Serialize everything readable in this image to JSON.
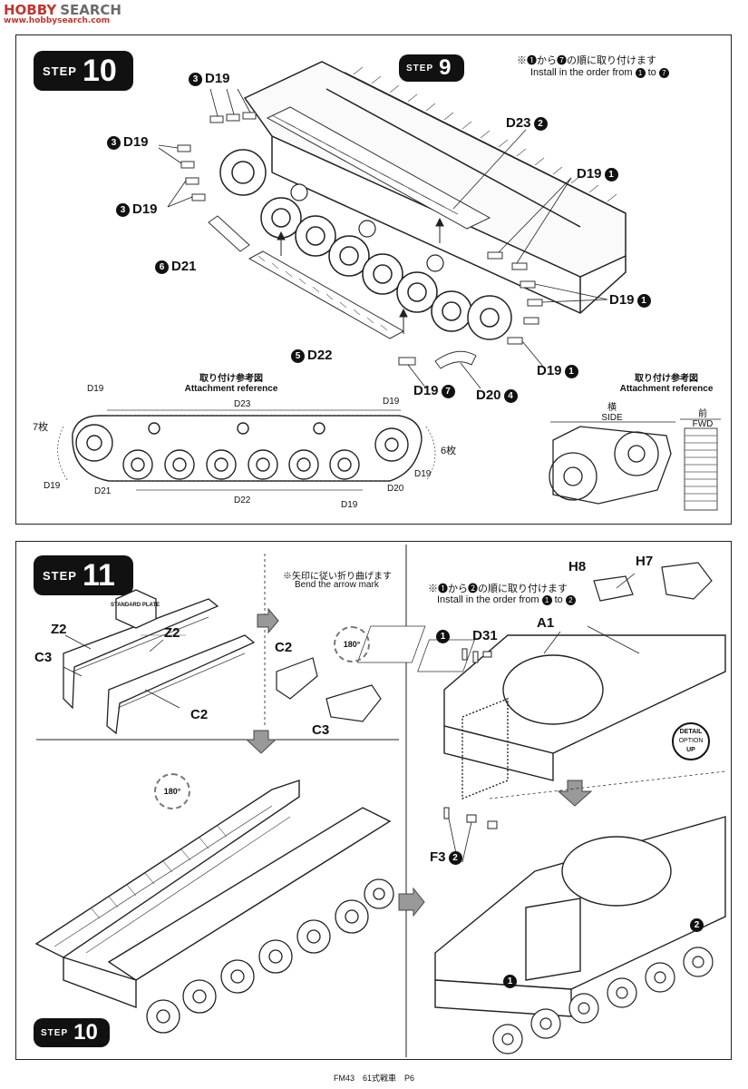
{
  "watermark": {
    "brand": "HOBBY",
    "search": "SEARCH",
    "url": "www.hobbysearch.com"
  },
  "step10": {
    "badge_word": "STEP",
    "badge_num": "10",
    "ref_badge_word": "STEP",
    "ref_badge_num": "9",
    "note_jp": "※❶から❼の順に取り付けます",
    "note_en_pre": "Install in the order from",
    "note_en_mid": "to",
    "order_first": "1",
    "order_last": "7",
    "labels": [
      {
        "num": "3",
        "part": "D19"
      },
      {
        "num": "3",
        "part": "D19"
      },
      {
        "num": "3",
        "part": "D19"
      },
      {
        "num": "6",
        "part": "D21"
      },
      {
        "num": "5",
        "part": "D22"
      },
      {
        "num": "2",
        "part": "D23"
      },
      {
        "num": "1",
        "part": "D19"
      },
      {
        "num": "1",
        "part": "D19"
      },
      {
        "num": "1",
        "part": "D19"
      },
      {
        "num": "7",
        "part": "D19"
      },
      {
        "num": "4",
        "part": "D20"
      }
    ],
    "ref_left_jp": "取り付け参考図",
    "ref_left_en": "Attachment reference",
    "ref_right_jp": "取り付け参考図",
    "ref_right_en": "Attachment reference",
    "side_jp": "横",
    "side_en": "SIDE",
    "fwd_jp": "前",
    "fwd_en": "FWD",
    "left_count": "7枚",
    "right_count": "6枚",
    "diag_labels": {
      "d19_top_left": "D19",
      "d23": "D23",
      "d19_top_right": "D19",
      "d19_left": "D19",
      "d21": "D21",
      "d22": "D22",
      "d19_bottom": "D19",
      "d20": "D20",
      "d19_right": "D19"
    }
  },
  "step11": {
    "badge_word": "STEP",
    "badge_num": "11",
    "bend_jp": "※矢印に従い折り曲げます",
    "bend_en": "Bend the arrow mark",
    "install_jp": "※❶から❷の順に取り付けます",
    "install_en_pre": "Install in the order from",
    "install_en_mid": "to",
    "install_first": "1",
    "install_last": "2",
    "rot1": "180°",
    "rot2": "180°",
    "plate_text": "STANDARD PLATE",
    "parts": {
      "z2a": "Z2",
      "z2b": "Z2",
      "c3a": "C3",
      "c2a": "C2",
      "c2b": "C2",
      "c3b": "C3",
      "h8": "H8",
      "h7": "H7",
      "a1": "A1",
      "d31": "D31",
      "d31_num": "1",
      "f3": "F3",
      "f3_num": "2",
      "arrow1": "1",
      "arrow2": "2"
    },
    "detail": {
      "l1": "DETAIL",
      "l2": "OPTION",
      "l3": "UP"
    },
    "ref_badge_word": "STEP",
    "ref_badge_num": "10"
  },
  "footer": {
    "text": "FM43　61式戦車　P6"
  }
}
